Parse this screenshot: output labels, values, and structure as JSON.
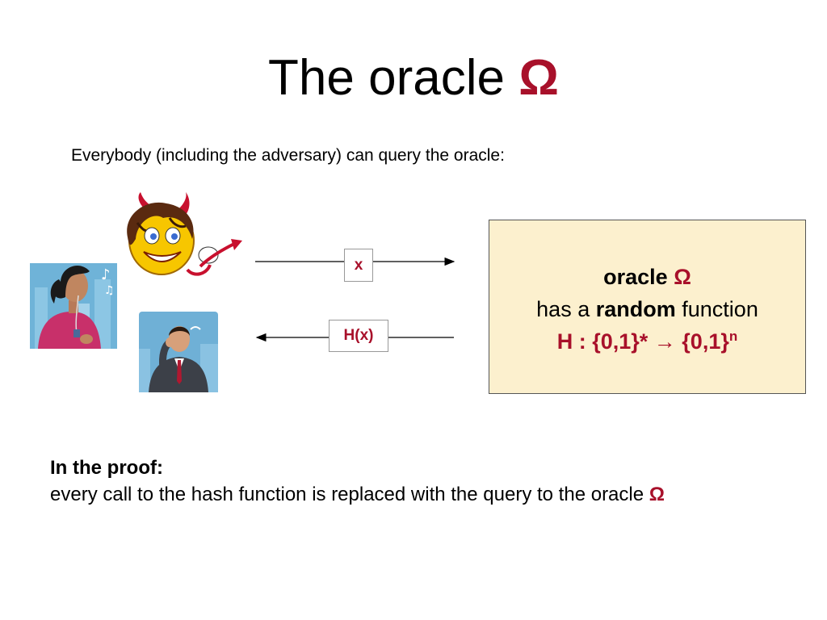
{
  "title": {
    "text": "The oracle",
    "symbol": "Ω"
  },
  "intro": "Everybody (including the adversary) can query the oracle:",
  "messages": {
    "query": "x",
    "answer": "H(x)"
  },
  "oracle_box": {
    "line1_word": "oracle",
    "line1_symbol": "Ω",
    "line2_prefix": "has a",
    "line2_bold": "random",
    "line2_suffix": "function",
    "line3_main": "H : {0,1}* → {0,1}",
    "line3_sup": "n"
  },
  "proof": {
    "heading": "In the proof:",
    "text": "every call to the hash function is replaced with the query to the oracle",
    "symbol": "Ω"
  },
  "colors": {
    "accent": "#a8102a",
    "oracle_bg": "#fcf0ce"
  },
  "clipart": [
    "devil-smiley-icon",
    "woman-with-headphones-icon",
    "businessman-on-phone-icon"
  ]
}
